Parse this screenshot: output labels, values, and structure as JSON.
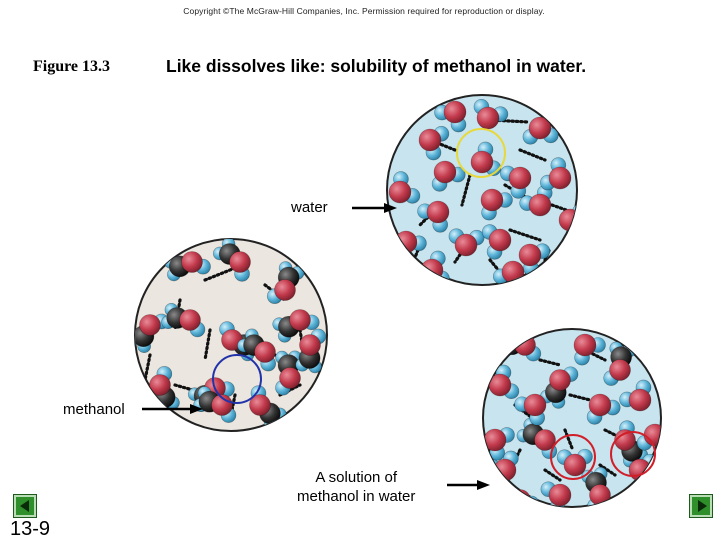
{
  "copyright": "Copyright ©The McGraw-Hill Companies, Inc.  Permission required for reproduction or display.",
  "figure_label": "Figure 13.3",
  "title": "Like dissolves like: solubility of methanol in water.",
  "labels": {
    "water": "water",
    "methanol": "methanol",
    "solution_line1": "A solution of",
    "solution_line2": "methanol in water"
  },
  "slide_number": "13-9",
  "colors": {
    "oxygen": "#c23a4c",
    "hydrogen": "#5bb3d8",
    "carbon": "#2f2f2f",
    "panel_fill": "#c8e4ee",
    "highlight_water": "#e8d83a",
    "highlight_methanol": "#2233aa",
    "highlight_solution": "#d11f2a",
    "nav_green": "#2e8f2b"
  },
  "nav": {
    "prev_icon": "triangle-left-icon",
    "next_icon": "triangle-right-icon"
  }
}
